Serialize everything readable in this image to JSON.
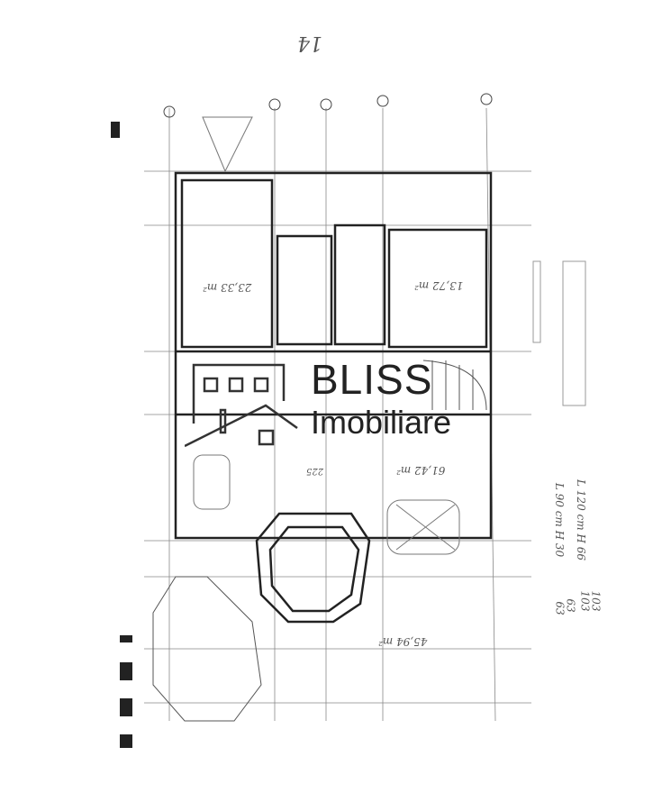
{
  "header_note": "14",
  "rooms": [
    {
      "label": "23,33 m²"
    },
    {
      "label": "13,72 m²"
    },
    {
      "label": "61,42 m²"
    },
    {
      "label": "45,94 m²"
    }
  ],
  "side_notes": [
    "L 90 cm   H 30",
    "L 120 cm   H 66"
  ],
  "side_numbers": [
    "103",
    "103",
    "63",
    "63"
  ],
  "dimension": "225",
  "watermark": {
    "line1": "BLISS",
    "line2": "Imobiliare"
  }
}
